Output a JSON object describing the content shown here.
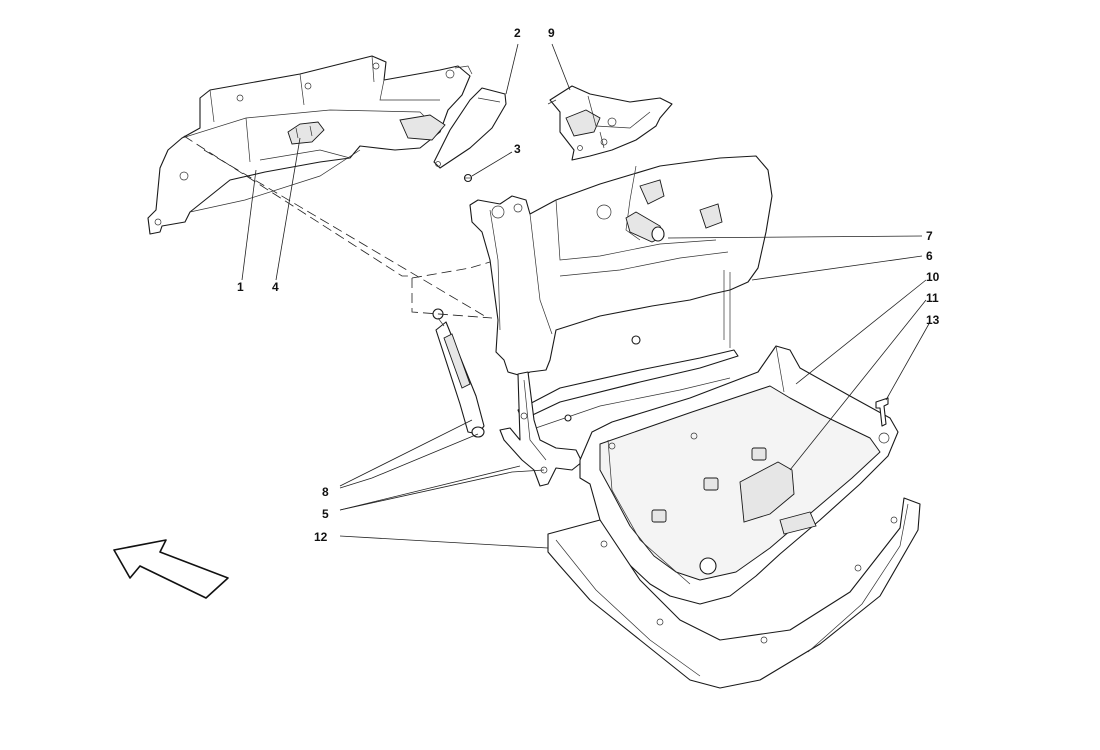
{
  "callouts": {
    "c1": "1",
    "c2": "2",
    "c3": "3",
    "c4": "4",
    "c5": "5",
    "c6": "6",
    "c7": "7",
    "c8": "8",
    "c9": "9",
    "c10": "10",
    "c11": "11",
    "c12": "12",
    "c13": "13"
  },
  "colors": {
    "line": "#1a1a1a",
    "background": "#ffffff",
    "part_fill": "#ffffff",
    "shade_fill": "#e6e6e6"
  }
}
